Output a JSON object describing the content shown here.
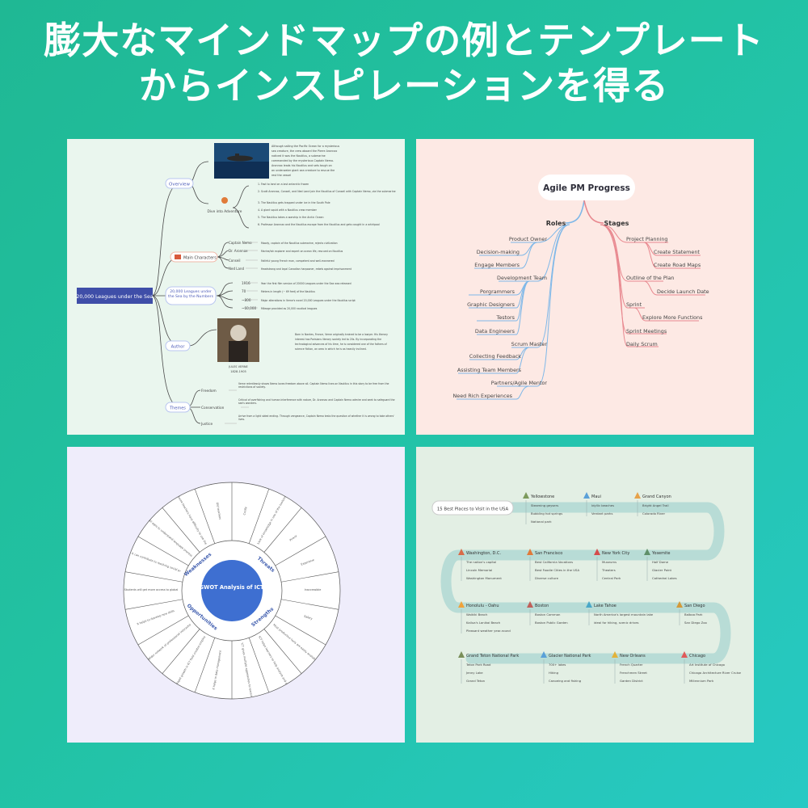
{
  "header": {
    "line1": "膨大なマインドマップの例とテンプレート",
    "line2": "からインスピレーションを得る"
  },
  "panel1": {
    "root": "20,000 Leagues under the Sea",
    "overview": "Overview",
    "overview_text": [
      "Although sailing the Pacific Ocean for a mysterious",
      "sea creature, the crew aboard the Pierre Aronnax",
      "noticed it was the Nautilus, a submarine",
      "commanded by the mysterious Captain Nemo.",
      "Aronnax leads his Nautilus and sets tough on",
      "an underwater giant sea creature to rescue the",
      "rest the vessel"
    ],
    "dive_into": "Dive into Adventure",
    "dive_items": [
      "1. Fast to land on a last antarctic frozen",
      "2. Scott Aronnax, Conseil, and Ned Land join the Nautilus of Conseil with Captain Nemo, via the submarine",
      "3. The Nautilus gets trapped under ice in the South Pole",
      "4. A giant squid with a Nautilus crew member",
      "5. The Nautilus takes a warship in the Arctic Ocean",
      "6. Professor Aronnax and the Nautilus escape from the Nautilus and gets caught in a whirlpool"
    ],
    "main_characters": "Main Characters",
    "characters": [
      {
        "name": "Captain Nemo",
        "desc": "Moody, captain of the Nautilus submarine, rejects civilization"
      },
      {
        "name": "Dr. Aronnax",
        "desc": "Marine/ish explorer and expert on ocean life, rescued on Nautilus"
      },
      {
        "name": "Conseil",
        "desc": "Faithful young French man, competent and well-mannered"
      },
      {
        "name": "Ned Land",
        "desc": "Headstrong and loyal Canadian harpooner, rebels against imprisonment"
      }
    ],
    "numbers": "20,000 Leagues under the Sea by the Numbers",
    "number_items": [
      {
        "n": "1916",
        "desc": "Year the first film version of 20000 Leagues under the Sea was released"
      },
      {
        "n": "70",
        "desc": "Meters in length (~ 69 feet) of the Nautilus"
      },
      {
        "n": "~800",
        "desc": "Major alterations in Verne's novel 20,000 Leagues under the Nautilus script"
      },
      {
        "n": "~60,000",
        "desc": "Mileage provided as 20,000 nautical leagues"
      }
    ],
    "author": "Author",
    "author_name": "JULES VERNE",
    "author_years": "1828-1905",
    "author_text": [
      "Born in Nantes, France, Verne originally trained to be a lawyer. His literary",
      "interest has Parisians literary society led to 20s. By incorporating the",
      "technological advances of his time, he is considered one of the fathers of",
      "science fiction, an area in which he is as heavily inclined."
    ],
    "themes": "Themes",
    "theme_items": [
      {
        "name": "Freedom",
        "desc": "Verne relentlessly shows Nemo loves freedom above all. Captain Nemo lives on Nautilus in this story to be free from the restrictions of society."
      },
      {
        "name": "Conservation",
        "desc": "Critical of overfishing and human interference with nature, Dr. Aronnax and Captain Nemo admire and seek to safeguard the sea's wonders."
      },
      {
        "name": "Justice",
        "desc": "Arrive from a light sided ending. Through vengeance, Captain Nemo tests the question of whether it is wrong to take others' lives."
      }
    ]
  },
  "panel2": {
    "title": "Agile PM Progress",
    "roles_label": "Roles",
    "stages_label": "Stages",
    "roles": [
      "Product Owner",
      "Decision-making",
      "Engage Members",
      "Development Team",
      "Porgrammers",
      "Graphic Designers",
      "Testors",
      "Data Engineers",
      "Scrum Master",
      "Collecting Feedback",
      "Assisting Team Members",
      "Partners/Agile Mentor",
      "Need Rich Experiences"
    ],
    "stages": [
      "Project Planning",
      "Create Statement",
      "Create Road Maps",
      "Outline of the Plan",
      "Decide Launch Date",
      "Sprint",
      "Explore More Functions",
      "Sprint Meetings",
      "Daily Scrum"
    ]
  },
  "panel3": {
    "center": "SWOT Analysis of ICT",
    "quadrants": [
      "Weaknesses",
      "Threats",
      "Opportunities",
      "Strengths"
    ],
    "segments": [
      "Costly",
      "Lack of knowledge in use of the tools/resources",
      "Piracy",
      "Expensive",
      "Inaccessible",
      "Safety",
      "Most productive tools are easily available on the internet",
      "ICT helps learners to help analyze and apply wide range of concepts",
      "ICT gives multiple approaches to learning with variety",
      "It helps in data management",
      "Rapid growth in ICT field creates employment opportunities",
      "Wider network of professional interaction and collaboration",
      "It helps to develop new skills",
      "Students will get more access to global information",
      "It can contribute to resolving social problems",
      "All ages to understand language process that help the learning of concepts",
      "Some teachers have difficulty to use the tool",
      "Old teachers"
    ]
  },
  "panel4": {
    "title": "15 Best Places to Visit in the USA",
    "places": [
      {
        "name": "Yellowstone",
        "items": [
          "Steaming geysers",
          "Bubbling hot springs",
          "National park"
        ]
      },
      {
        "name": "Maui",
        "items": [
          "Idyllic beaches",
          "Verdant parks"
        ]
      },
      {
        "name": "Grand Canyon",
        "items": [
          "Bright Angel Trail",
          "Colorado River"
        ]
      },
      {
        "name": "Washington, D.C.",
        "items": [
          "The nation's capitol",
          "Lincoln Memorial",
          "Washington Monument"
        ]
      },
      {
        "name": "San Francisco",
        "items": [
          "Best California Vacations",
          "Best Foodie Cities in the USA",
          "Diverse culture"
        ]
      },
      {
        "name": "New York City",
        "items": [
          "Museums",
          "Theaters",
          "Central Park"
        ]
      },
      {
        "name": "Yosemite",
        "items": [
          "Half Dome",
          "Glacier Point",
          "Cathedral Lakes"
        ]
      },
      {
        "name": "Honolulu - Oahu",
        "items": [
          "Waikiki Beach",
          "Kailua's Lanikai Beach",
          "Pleasant weather year-round"
        ]
      },
      {
        "name": "Boston",
        "items": [
          "Boston Common",
          "Boston Public Garden"
        ]
      },
      {
        "name": "Lake Tahoe",
        "items": [
          "North America's largest mountain lake",
          "ideal for hiking, scenic drives"
        ]
      },
      {
        "name": "San Diego",
        "items": [
          "Balboa Park",
          "San Diego Zoo"
        ]
      },
      {
        "name": "Grand Teton National Park",
        "items": [
          "Teton Park Road",
          "Jenny Lake",
          "Grand Teton"
        ]
      },
      {
        "name": "Glacier National Park",
        "items": [
          "700+ lakes",
          "Hiking",
          "Canoeing and fishing"
        ]
      },
      {
        "name": "New Orleans",
        "items": [
          "French Quarter",
          "Frenchmen Street",
          "Garden District"
        ]
      },
      {
        "name": "Chicago",
        "items": [
          "Art Institute of Chicago",
          "Chicago Architecture River Cruise",
          "Millennium Park"
        ]
      }
    ]
  }
}
